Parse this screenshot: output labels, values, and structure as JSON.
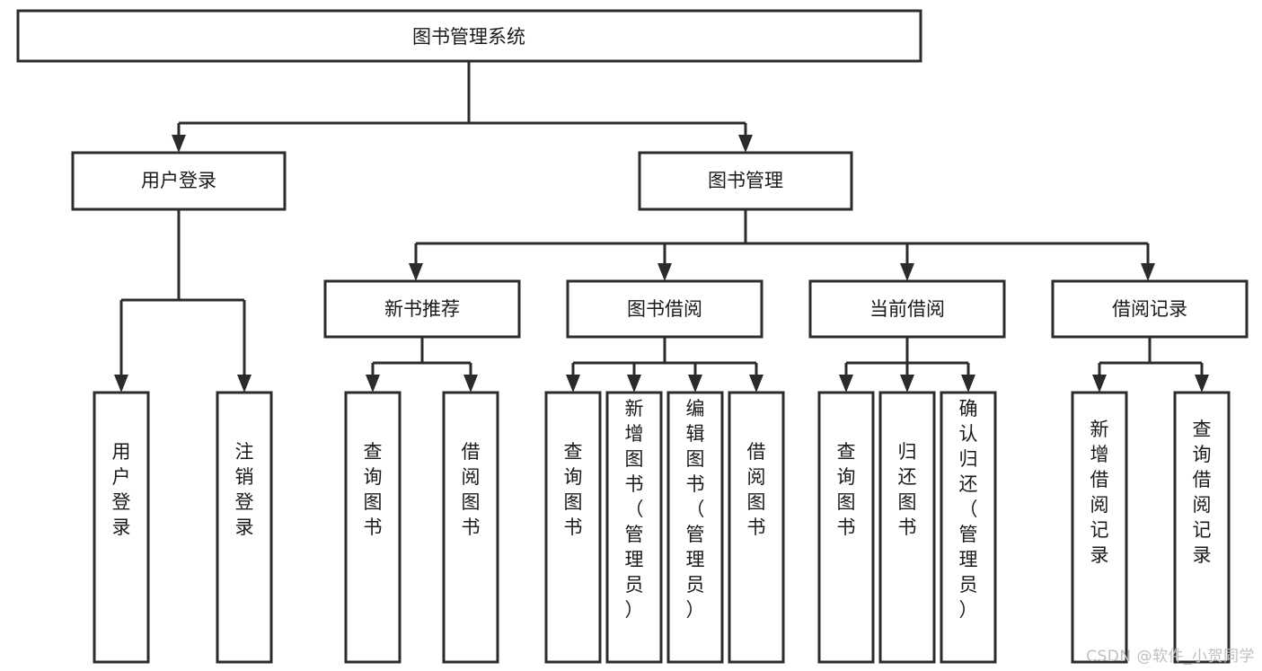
{
  "diagram": {
    "title": "图书管理系统",
    "type": "functional-structure-tree",
    "watermark": "CSDN @软件_小贺同学",
    "colors": {
      "stroke": "#2b2b2b",
      "box_fill": "#ffffff",
      "text": "#1a1a1a",
      "background": "#ffffff",
      "watermark": "#bfbfbf"
    },
    "root": {
      "label": "图书管理系统",
      "orientation": "horizontal"
    },
    "level2": [
      {
        "label": "用户登录",
        "orientation": "horizontal"
      },
      {
        "label": "图书管理",
        "orientation": "horizontal"
      }
    ],
    "level3": [
      {
        "label": "新书推荐",
        "orientation": "horizontal"
      },
      {
        "label": "图书借阅",
        "orientation": "horizontal"
      },
      {
        "label": "当前借阅",
        "orientation": "horizontal"
      },
      {
        "label": "借阅记录",
        "orientation": "horizontal"
      }
    ],
    "leaves": {
      "user_login": [
        {
          "label": "用户登录",
          "orientation": "vertical"
        },
        {
          "label": "注销登录",
          "orientation": "vertical"
        }
      ],
      "new_book_recommend": [
        {
          "label": "查询图书",
          "orientation": "vertical"
        },
        {
          "label": "借阅图书",
          "orientation": "vertical"
        }
      ],
      "book_borrow": [
        {
          "label": "查询图书",
          "orientation": "vertical"
        },
        {
          "label": "新增图书（管理员）",
          "orientation": "vertical"
        },
        {
          "label": "编辑图书（管理员）",
          "orientation": "vertical"
        },
        {
          "label": "借阅图书",
          "orientation": "vertical"
        }
      ],
      "current_borrow": [
        {
          "label": "查询图书",
          "orientation": "vertical"
        },
        {
          "label": "归还图书",
          "orientation": "vertical"
        },
        {
          "label": "确认归还（管理员）",
          "orientation": "vertical"
        }
      ],
      "borrow_record": [
        {
          "label": "新增借阅记录",
          "orientation": "vertical"
        },
        {
          "label": "查询借阅记录",
          "orientation": "vertical"
        }
      ]
    }
  }
}
